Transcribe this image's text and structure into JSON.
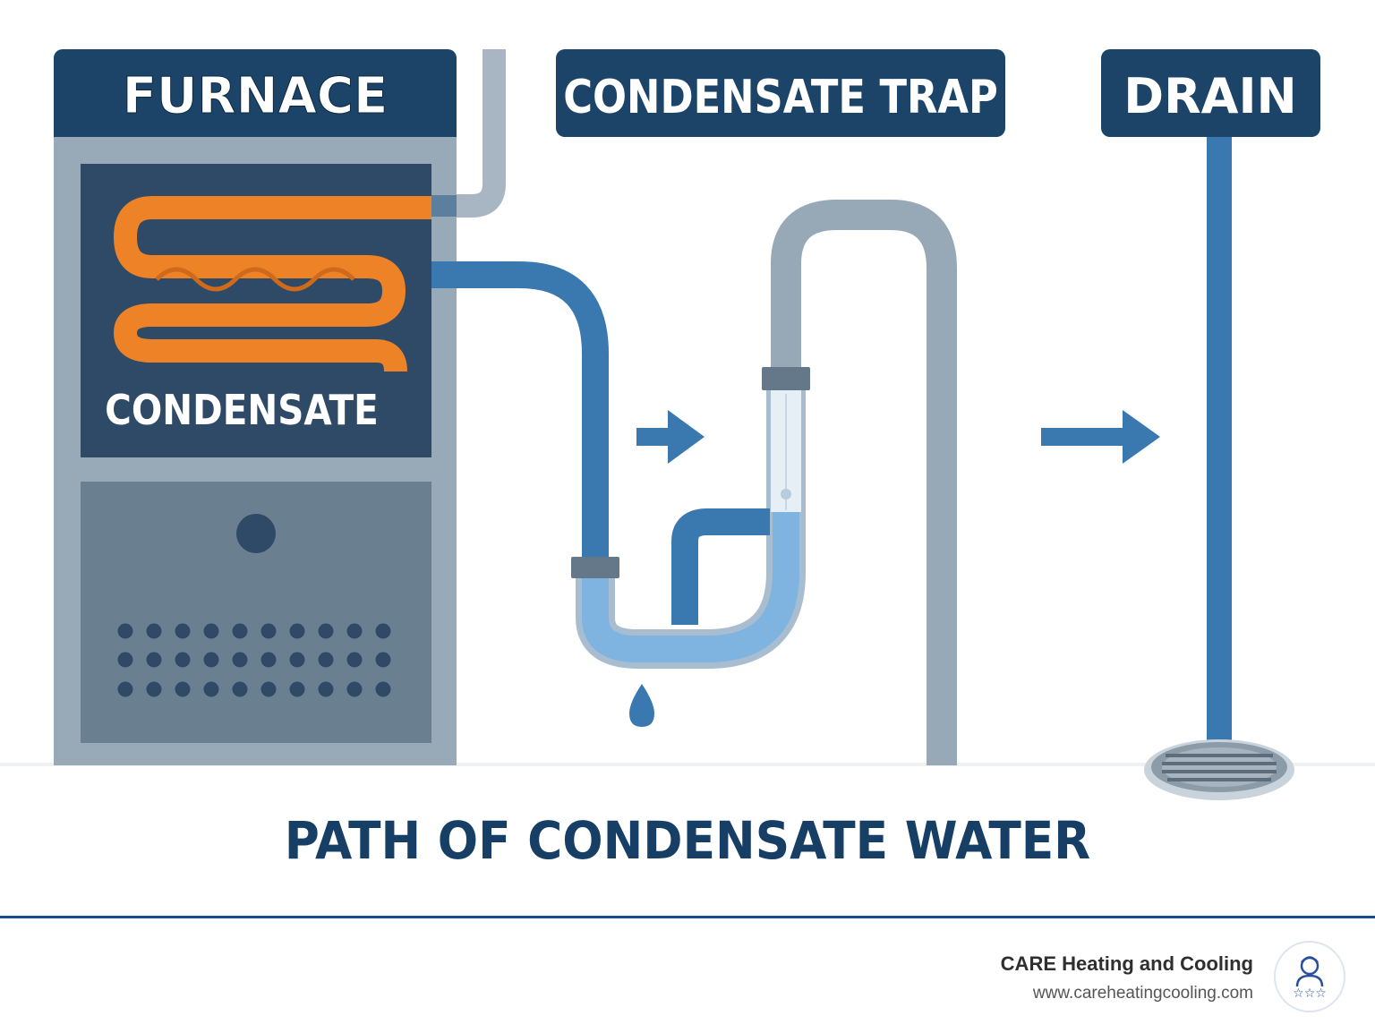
{
  "labels": {
    "furnace": "FURNACE",
    "trap": "CONDENSATE TRAP",
    "drain": "DRAIN",
    "condensate": "CONDENSATE"
  },
  "title": "PATH OF CONDENSATE WATER",
  "footer": {
    "company": "CARE Heating and Cooling",
    "url": "www.careheatingcooling.com",
    "logo_icon": "technician-with-stars-icon"
  },
  "colors": {
    "navy": "#1b4468",
    "pipe_blue": "#3a78b0",
    "pipe_gray": "#97a8b7",
    "coil_orange": "#ee8227",
    "water": "#7fb3e0"
  }
}
